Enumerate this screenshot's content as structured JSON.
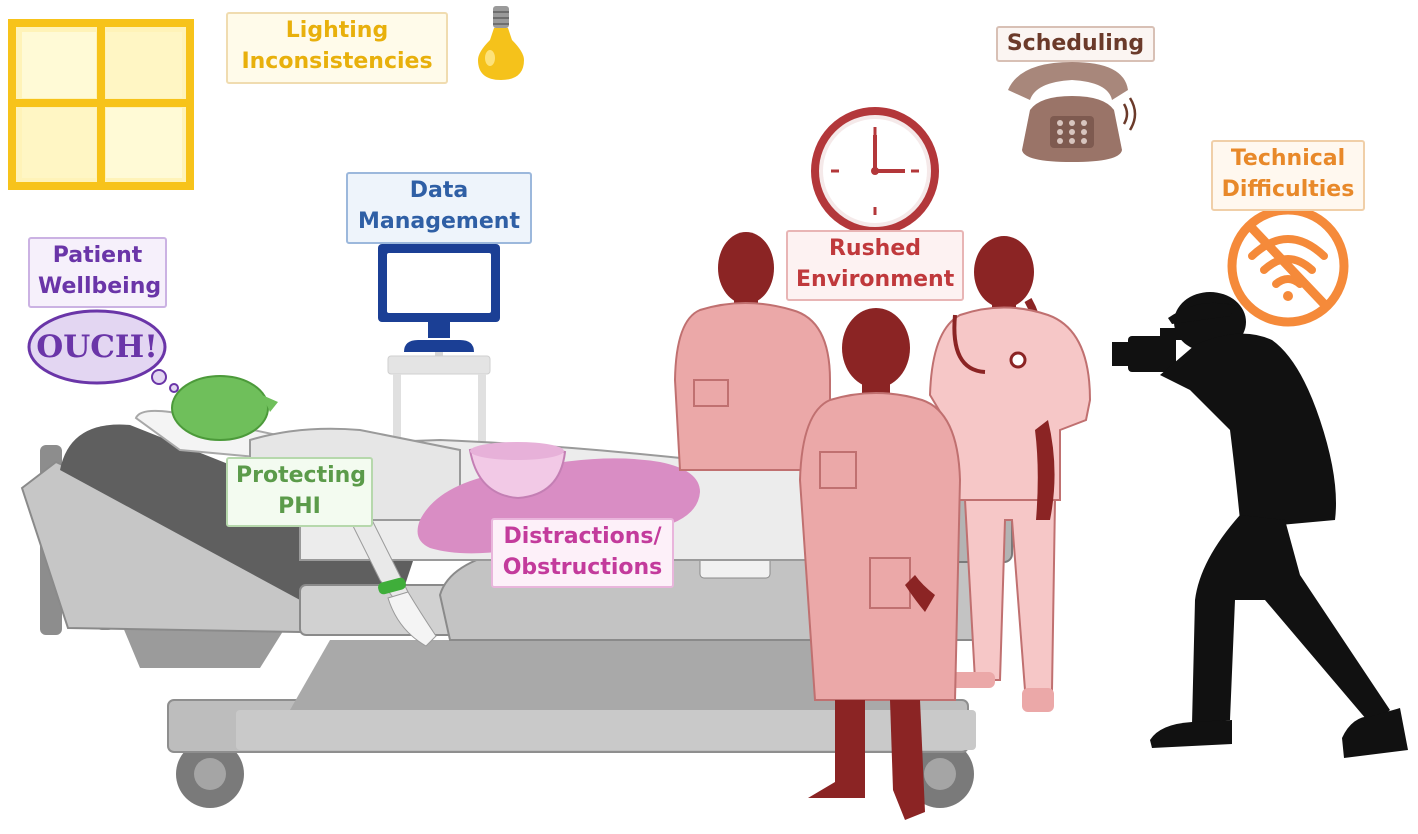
{
  "labels": {
    "lighting": [
      "Lighting",
      "Inconsistencies"
    ],
    "data_management": [
      "Data",
      "Management"
    ],
    "patient_wellbeing": [
      "Patient",
      "Wellbeing"
    ],
    "protecting_phi": [
      "Protecting",
      "PHI"
    ],
    "distractions": [
      "Distractions/",
      "Obstructions"
    ],
    "rushed": [
      "Rushed",
      "Environment"
    ],
    "scheduling": [
      "Scheduling"
    ],
    "technical": [
      "Technical",
      "Difficulties"
    ]
  },
  "speech": {
    "ouch": "OUCH!"
  },
  "colors": {
    "lighting": "#e8b00c",
    "data": "#2f5fa5",
    "patient": "#6a35a8",
    "phi": "#5b9b4a",
    "distractions": "#c33b9c",
    "rushed": "#c0393c",
    "scheduling": "#6b3a2a",
    "technical": "#e8892a"
  },
  "icons": [
    "window-icon",
    "light-bulb-icon",
    "monitor-icon",
    "clock-icon",
    "telephone-icon",
    "no-wifi-icon",
    "camera-icon"
  ]
}
